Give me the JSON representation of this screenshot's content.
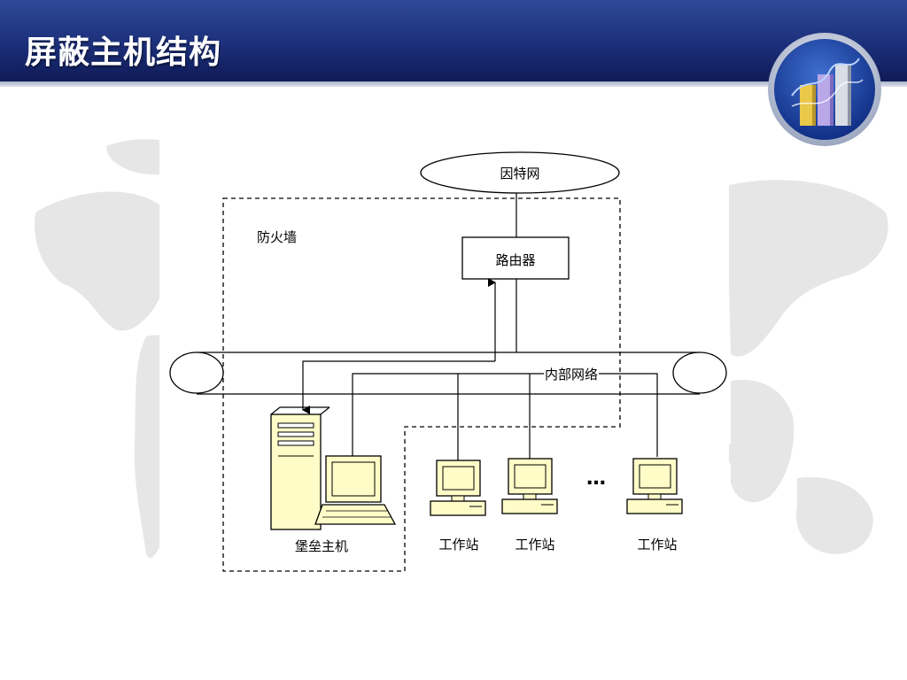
{
  "slide": {
    "title": "屏蔽主机结构"
  },
  "diagram": {
    "internet": "因特网",
    "firewall": "防火墙",
    "router": "路由器",
    "internal_network": "内部网络",
    "bastion_host": "堡垒主机",
    "workstations": [
      "工作站",
      "工作站",
      "工作站"
    ],
    "ellipsis": "…"
  },
  "colors": {
    "header_top": "#2f4a98",
    "header_bottom": "#0f1b57",
    "computer_fill": "#fffcc8",
    "map_gray": "#e6e6e6"
  }
}
